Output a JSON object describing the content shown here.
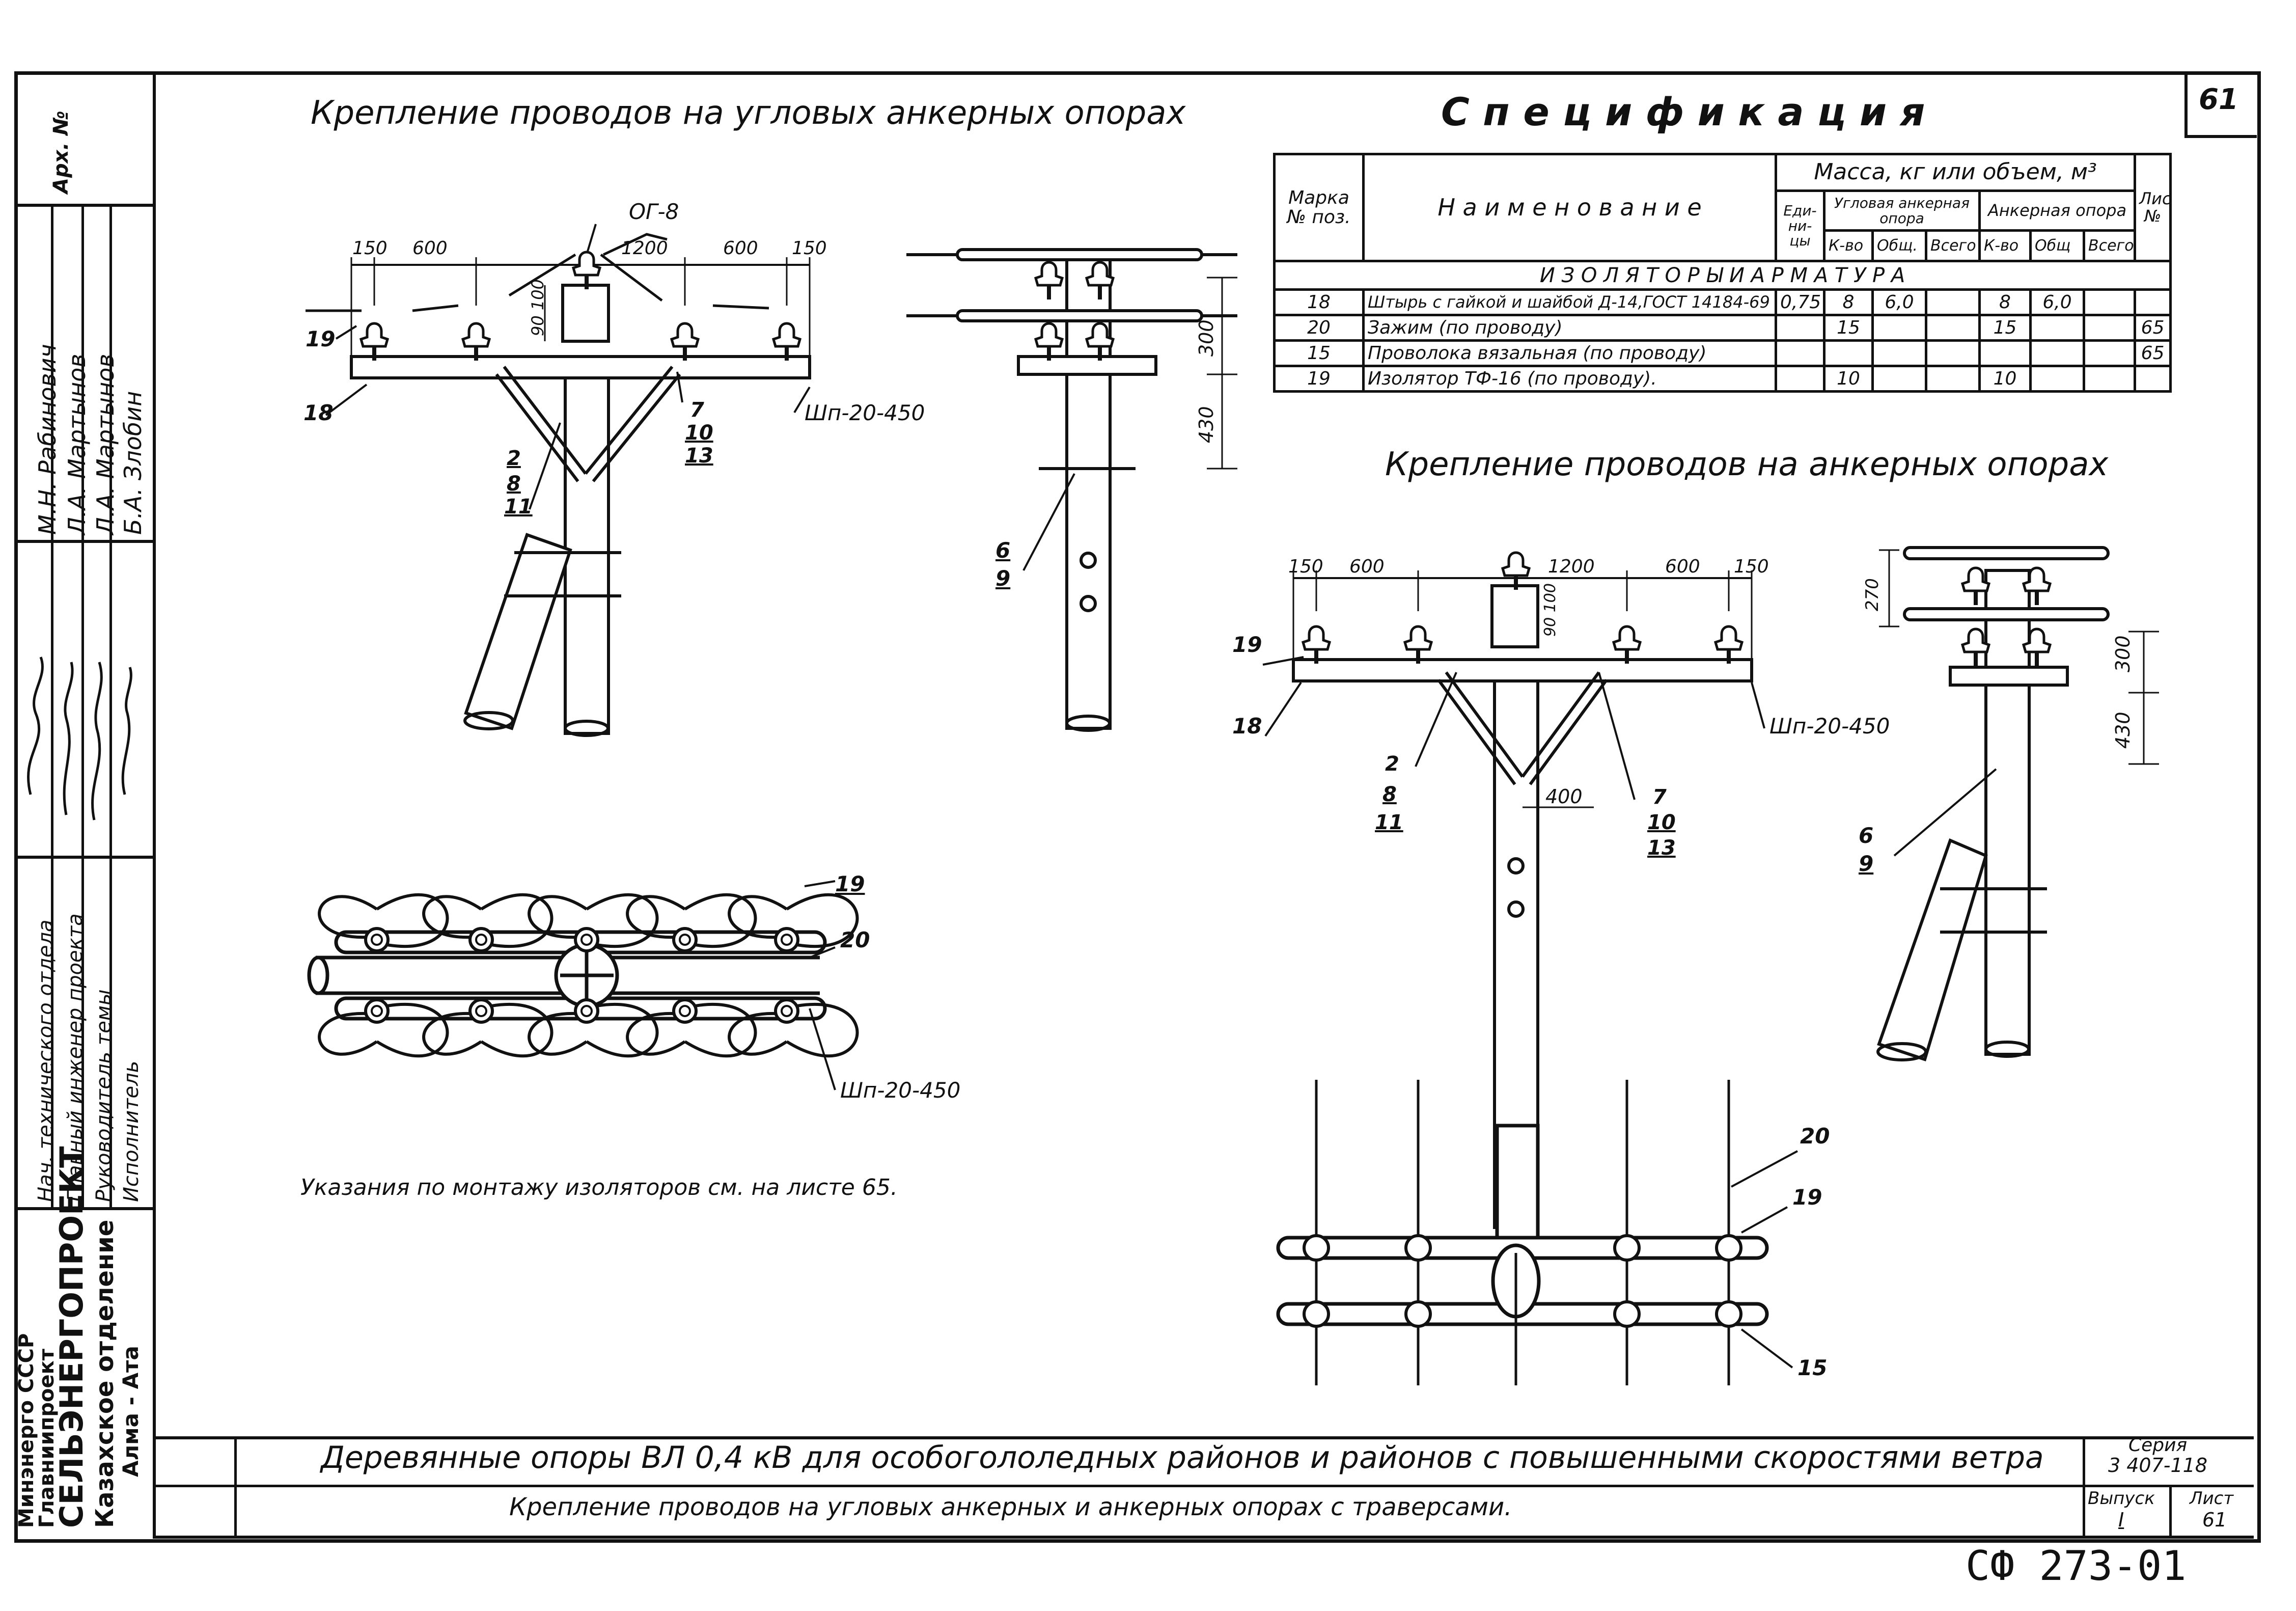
{
  "sheet": {
    "page_number": "61",
    "stamp": "СФ 273-01"
  },
  "left_strip": {
    "arch_label": "Арх. №",
    "names": [
      "М.Н. Рабинович",
      "Л.А. Мартынов",
      "Л.А. Мартынов",
      "Б.А. Злобин"
    ],
    "roles": [
      "Нач. технического отдела",
      "Главный инженер проекта",
      "Руководитель темы",
      "Исполнитель"
    ],
    "org": [
      "Минэнерго СССР",
      "Главниипроект",
      "СЕЛЬЭНЕРГОПРОЕКТ",
      "Казахское отделение",
      "Алма - Ата"
    ]
  },
  "sections": {
    "left_title": "Крепление проводов на угловых анкерных опорах",
    "spec_title": "С п е ц и ф и к а ц и я",
    "right_title": "Крепление проводов на анкерных опорах",
    "note": "Указания по монтажу изоляторов см. на листе 65."
  },
  "spec_table": {
    "header": {
      "mark": "Марка № поз.",
      "name": "Н а и м е н о в а н и е",
      "mass": "Масса, кг или объем, м³",
      "unit": "Еди-ни-цы",
      "corner": "Угловая анкерная опора",
      "anchor": "Анкерная опора",
      "sheet": "Лист №",
      "qty": "К-во",
      "total_one": "Общ.",
      "total_all": "Всего",
      "qty2": "К-во",
      "total_one2": "Общ",
      "total_all2": "Всего"
    },
    "group": "И З О Л Я Т О Р Ы   И   А Р М А Т У Р А",
    "rows": [
      {
        "pos": "18",
        "name": "Штырь с гайкой и шайбой Д-14,ГОСТ 14184-69",
        "unit": "0,75",
        "q1": "8",
        "o1": "6,0",
        "v1": "",
        "q2": "8",
        "o2": "6,0",
        "v2": "",
        "sheet": ""
      },
      {
        "pos": "20",
        "name": "Зажим (по проводу)",
        "unit": "",
        "q1": "15",
        "o1": "",
        "v1": "",
        "q2": "15",
        "o2": "",
        "v2": "",
        "sheet": "65"
      },
      {
        "pos": "15",
        "name": "Проволока вязальная (по проводу)",
        "unit": "",
        "q1": "",
        "o1": "",
        "v1": "",
        "q2": "",
        "o2": "",
        "v2": "",
        "sheet": "65"
      },
      {
        "pos": "19",
        "name": "Изолятор ТФ-16 (по проводу).",
        "unit": "",
        "q1": "10",
        "o1": "",
        "v1": "",
        "q2": "10",
        "o2": "",
        "v2": "",
        "sheet": ""
      }
    ]
  },
  "drawing_labels": {
    "og8": "ОГ-8",
    "d150": "150",
    "d600": "600",
    "d1200": "1200",
    "d90100": "90 100",
    "d300": "300",
    "d430": "430",
    "d270": "270",
    "d400": "400",
    "shp": "Шп-20-450",
    "p19": "19",
    "p18": "18",
    "p20": "20",
    "p15": "15",
    "p2": "2",
    "p8": "8",
    "p11": "11",
    "p7": "7",
    "p10": "10",
    "p13": "13",
    "p6": "6",
    "p9": "9"
  },
  "title_block": {
    "line1": "Деревянные опоры ВЛ 0,4 кВ для особогололедных районов и районов с повышенными скоростями ветра",
    "line2": "Крепление проводов на угловых анкерных и анкерных опорах с траверсами.",
    "series_label": "Серия",
    "series_value": "3 407-118",
    "issue_label": "Выпуск",
    "issue_value": "I",
    "sheet_label": "Лист",
    "sheet_value": "61"
  }
}
